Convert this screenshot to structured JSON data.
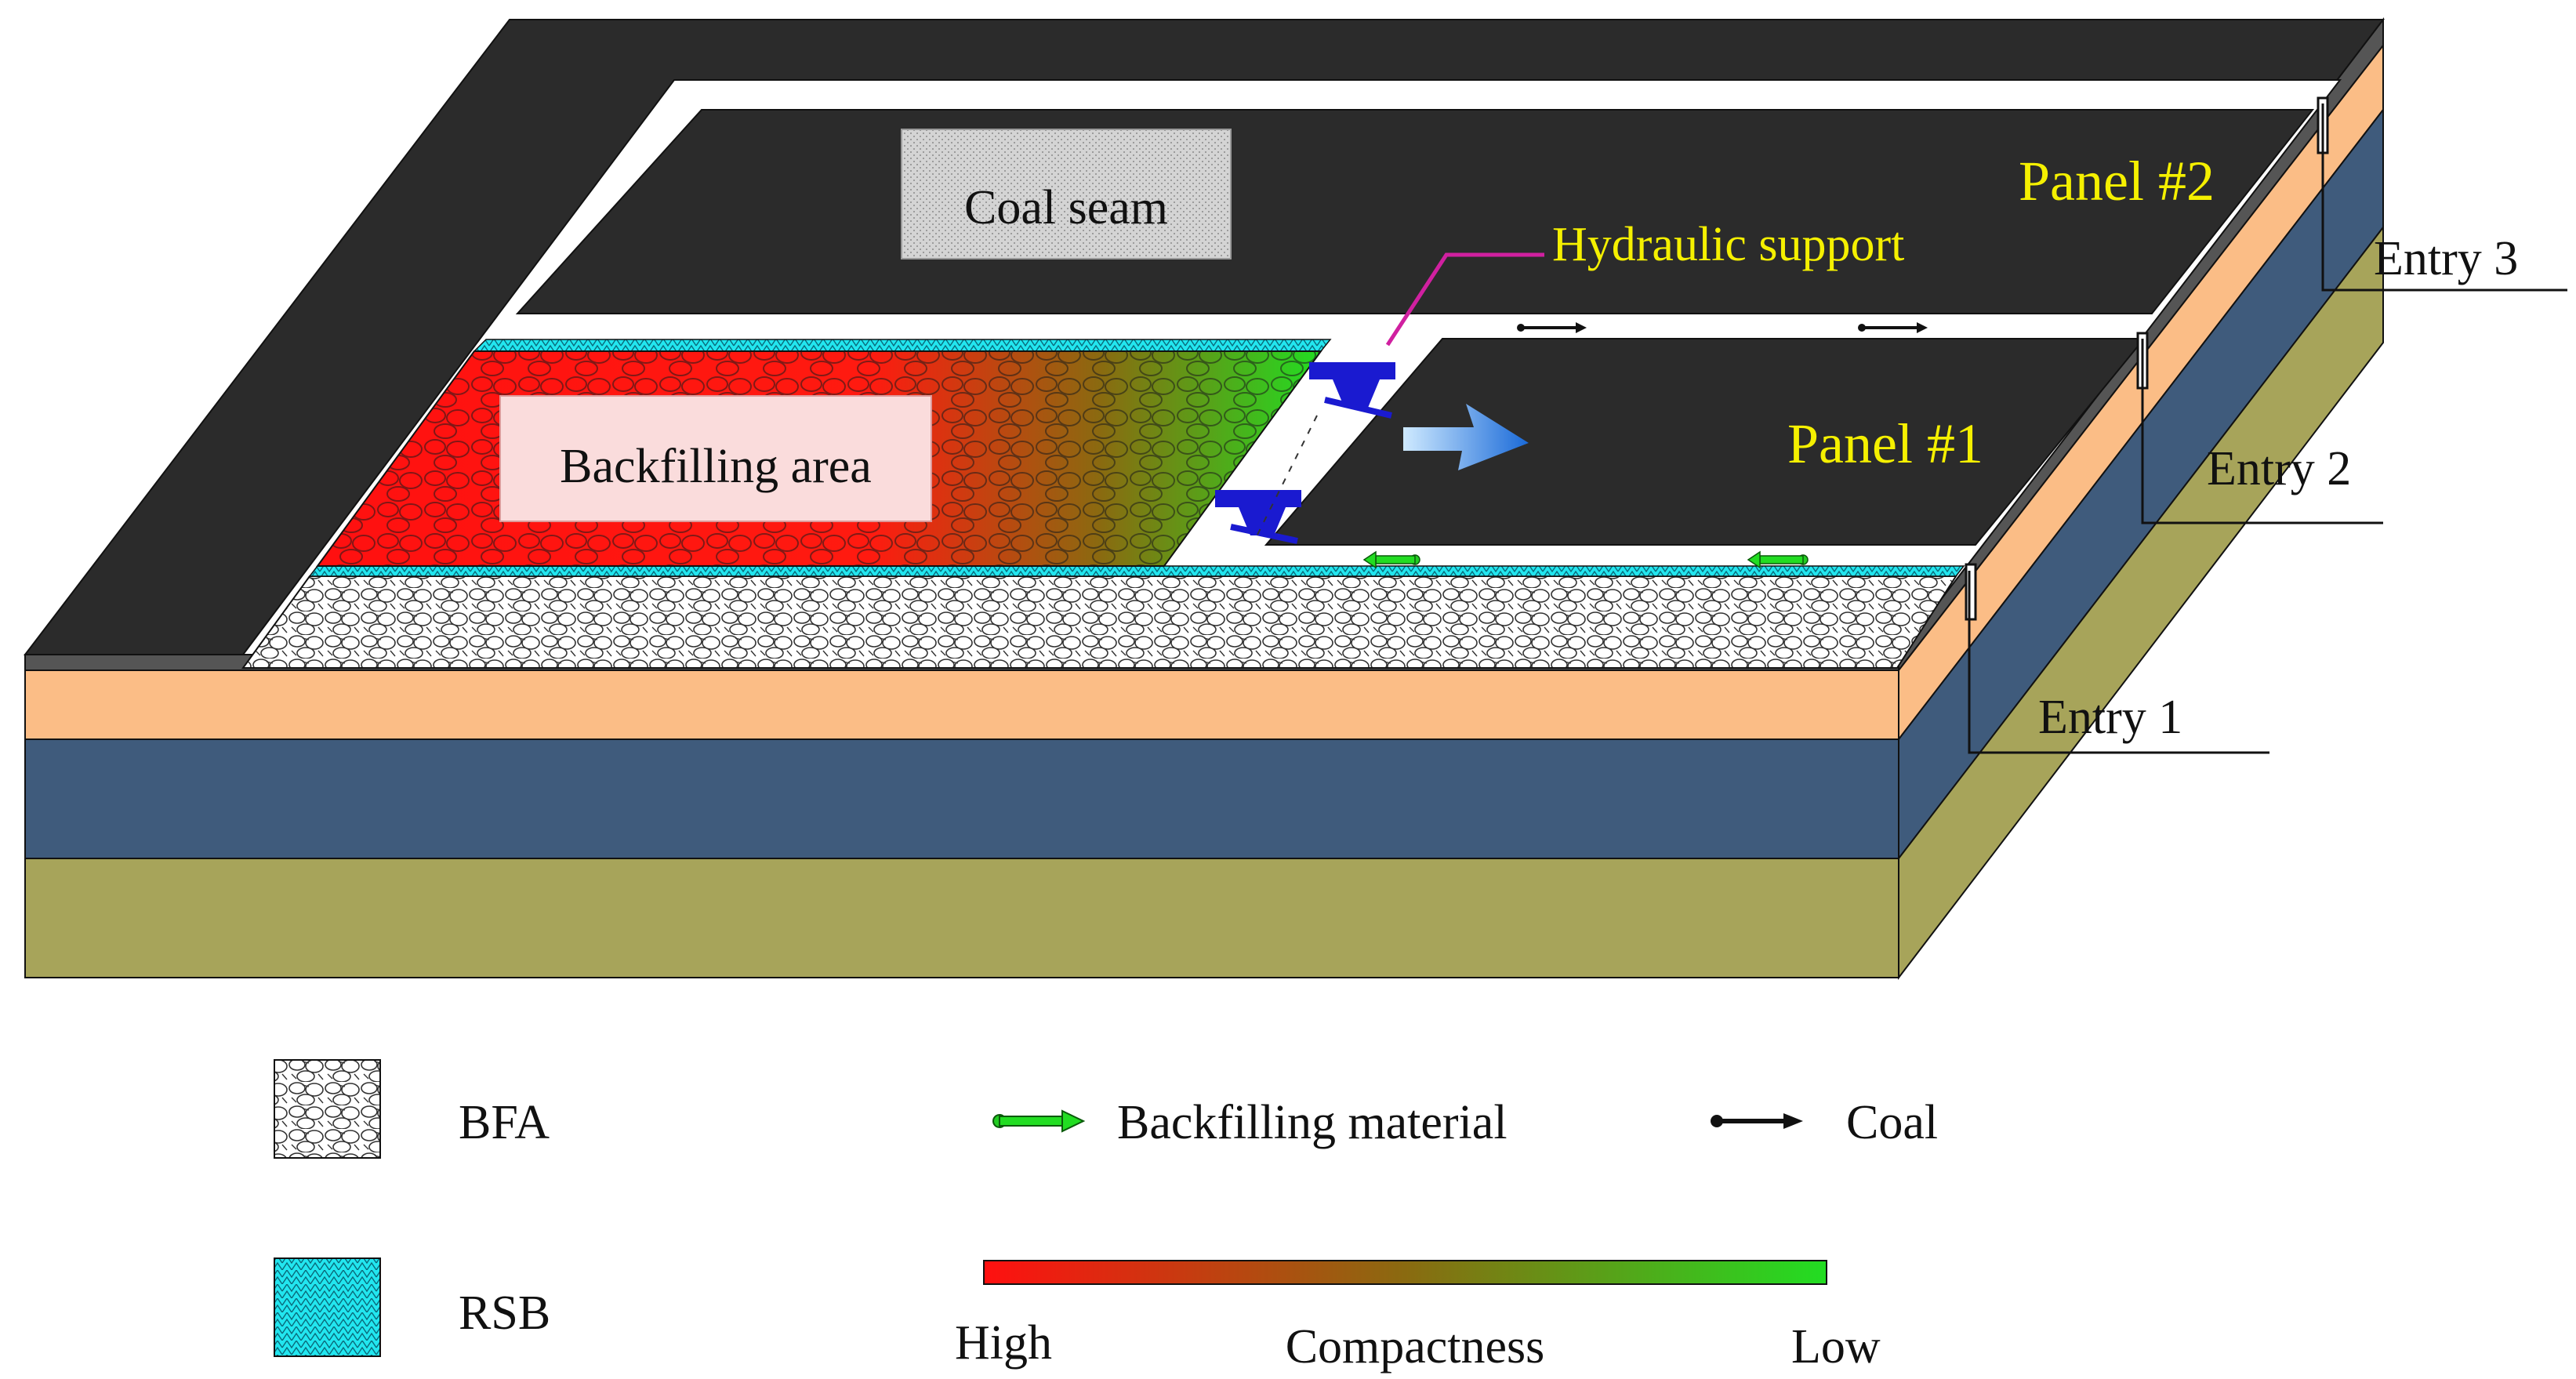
{
  "labels": {
    "coal_seam": "Coal seam",
    "backfilling_area": "Backfilling area",
    "hydraulic_support": "Hydraulic support",
    "panel_1": "Panel #1",
    "panel_2": "Panel #2",
    "entry_1": "Entry 1",
    "entry_2": "Entry 2",
    "entry_3": "Entry 3"
  },
  "legend": {
    "bfa": "BFA",
    "rsb": "RSB",
    "backfilling_material": "Backfilling material",
    "coal": "Coal",
    "scale_high": "High",
    "scale_title": "Compactness",
    "scale_low": "Low"
  },
  "colors": {
    "coal": "#2b2b2b",
    "rock_orange": "#fbbd86",
    "rock_blue": "#3f5b7c",
    "rock_olive": "#a7a45a",
    "rsb_cyan": "#22e6ef",
    "compact_high": "#ff1010",
    "compact_low": "#22dd22",
    "support_blue": "#1a1ad0",
    "callout_magenta": "#d020a0",
    "panel_text": "#f5f000"
  }
}
